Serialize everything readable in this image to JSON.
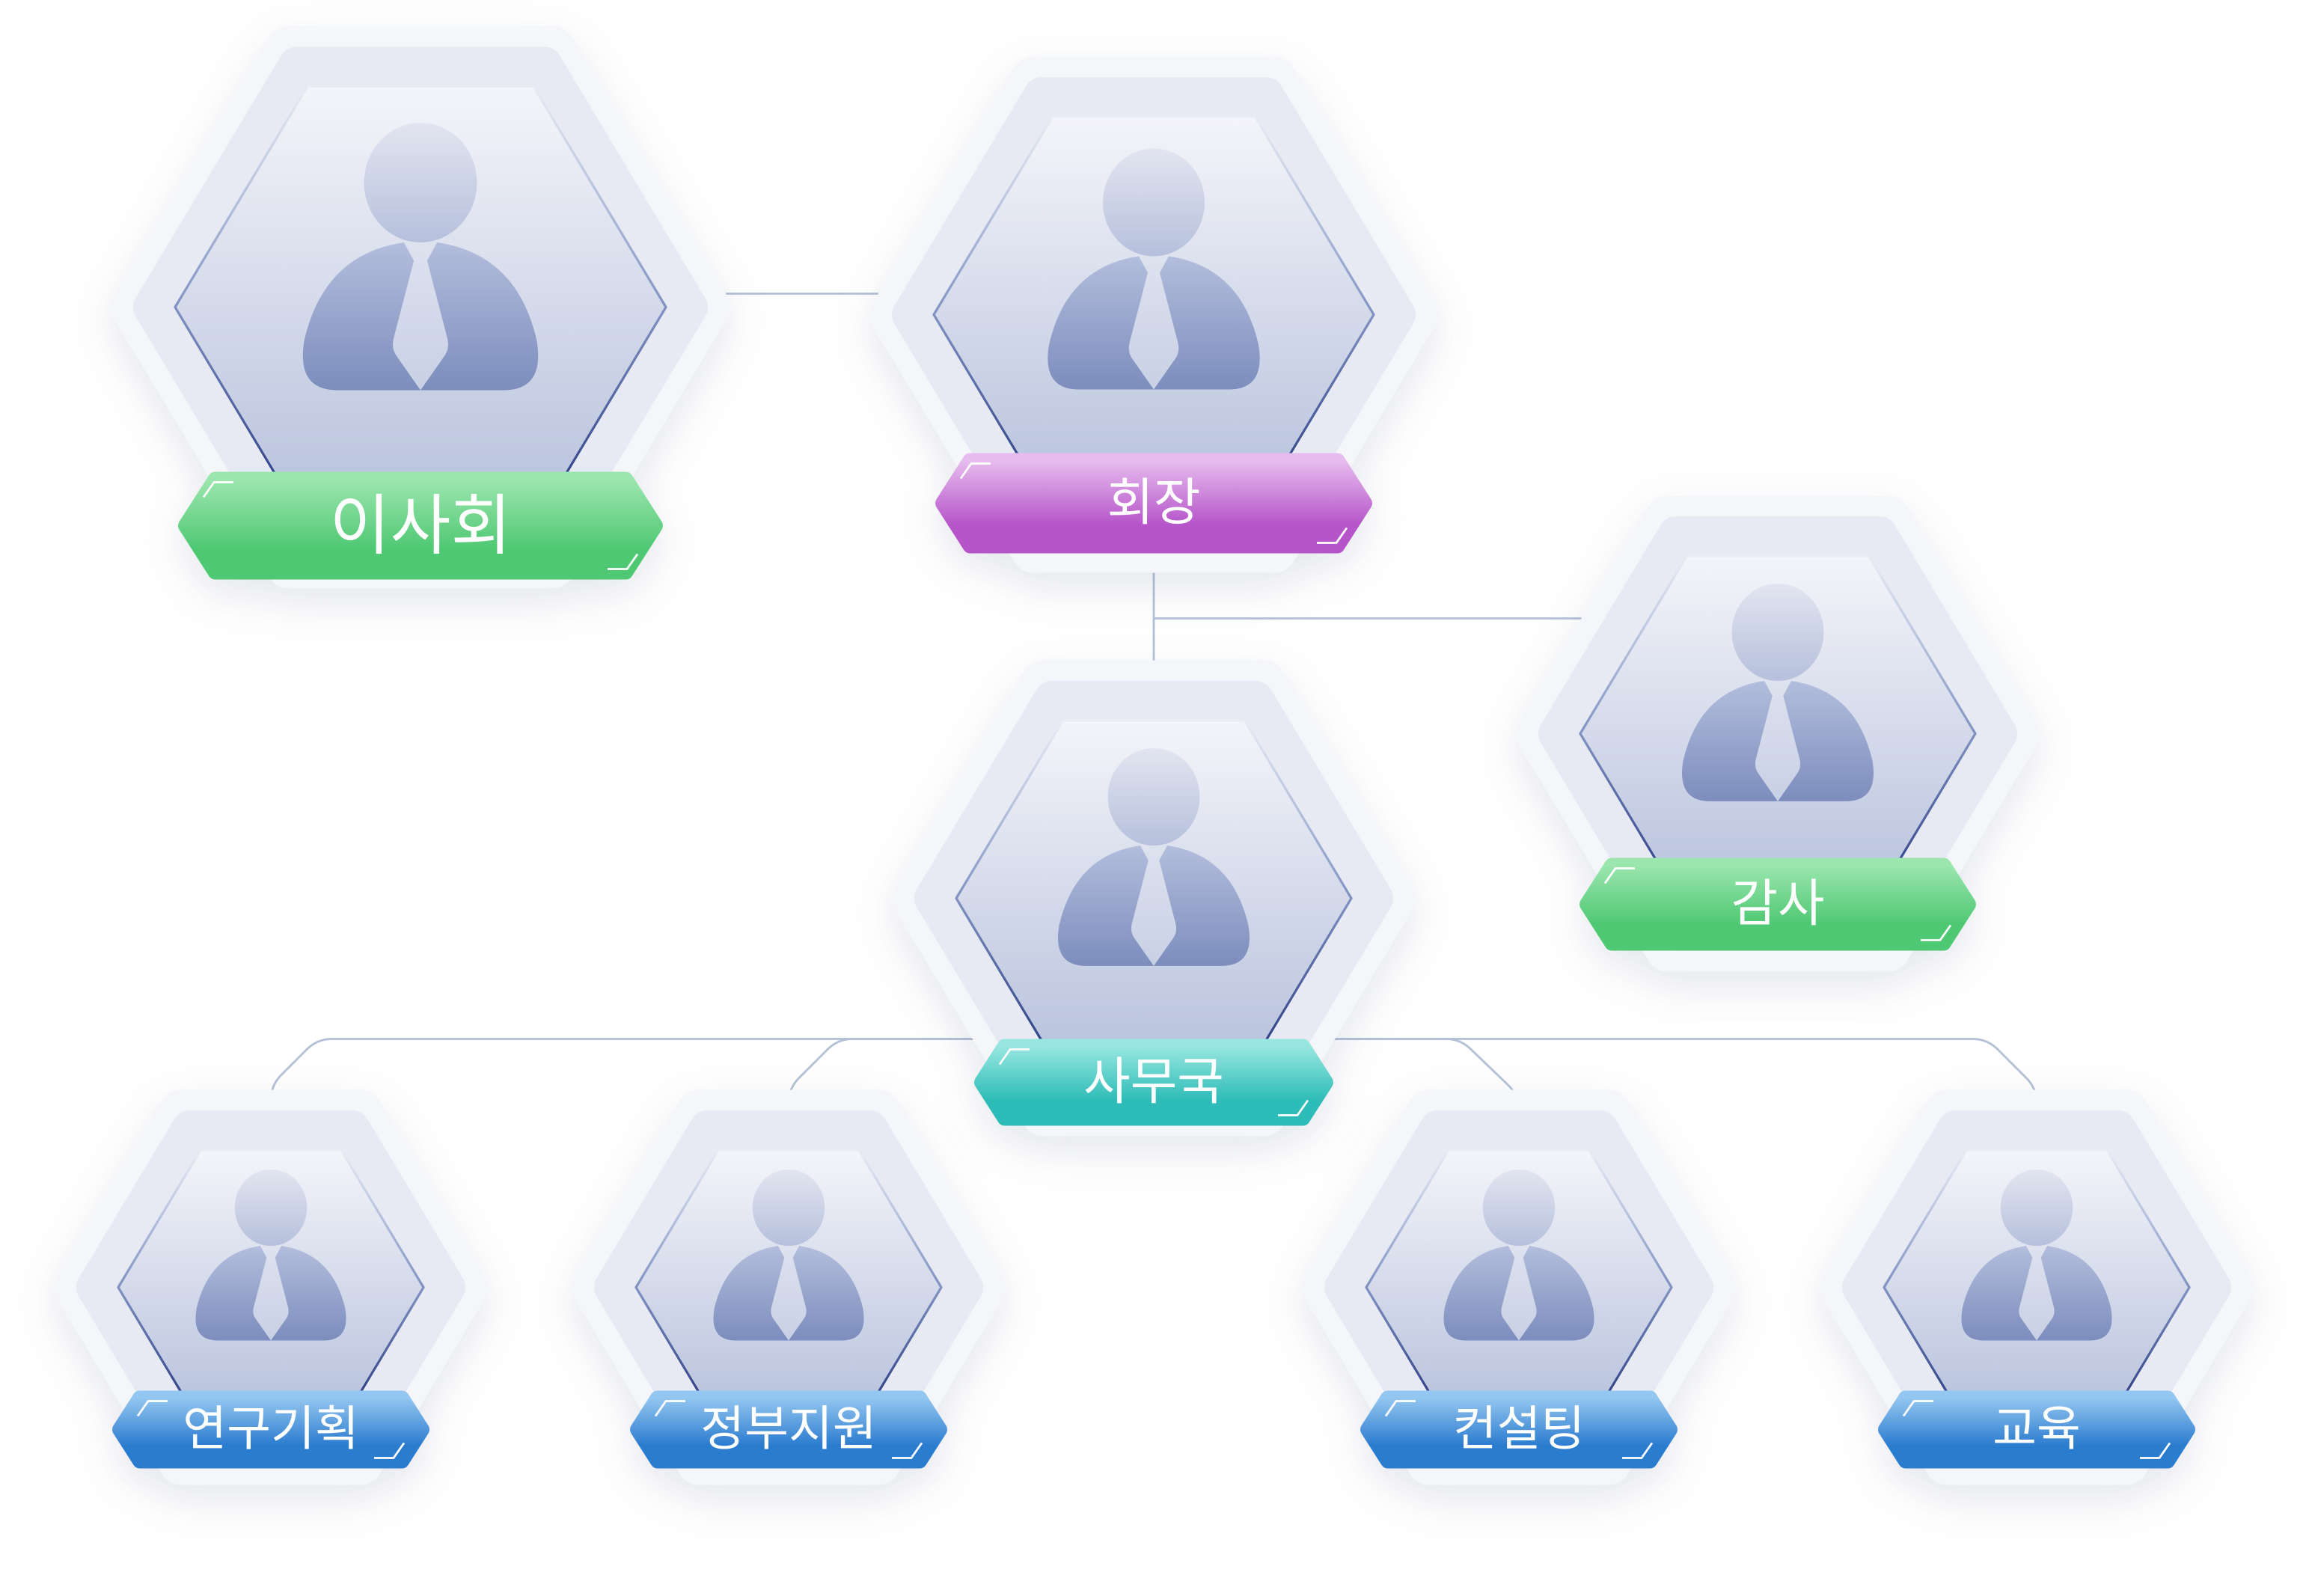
{
  "title": "Organization chart",
  "nodes": [
    {
      "id": "board",
      "label": "이사회",
      "color": "green"
    },
    {
      "id": "chairman",
      "label": "회장",
      "color": "purple"
    },
    {
      "id": "audit",
      "label": "감사",
      "color": "green"
    },
    {
      "id": "secretariat",
      "label": "사무국",
      "color": "teal"
    },
    {
      "id": "research-planning",
      "label": "연구기획",
      "color": "blue"
    },
    {
      "id": "gov-support",
      "label": "정부지원",
      "color": "blue"
    },
    {
      "id": "consulting",
      "label": "컨설팅",
      "color": "blue"
    },
    {
      "id": "education",
      "label": "교육",
      "color": "blue"
    }
  ],
  "palette": {
    "green": [
      "#9be6ae",
      "#4fc873"
    ],
    "purple": [
      "#e6bcee",
      "#b655c9"
    ],
    "teal": [
      "#97e6df",
      "#2fbcb8"
    ],
    "blue": [
      "#93c6f0",
      "#2c7ccf"
    ],
    "connector": "#b3bfd6",
    "hex_top": "#f4f5fa",
    "hex_bottom": "#b4bfdb",
    "person_top": "#b3bddc",
    "person_bottom": "#7c8dbd"
  }
}
